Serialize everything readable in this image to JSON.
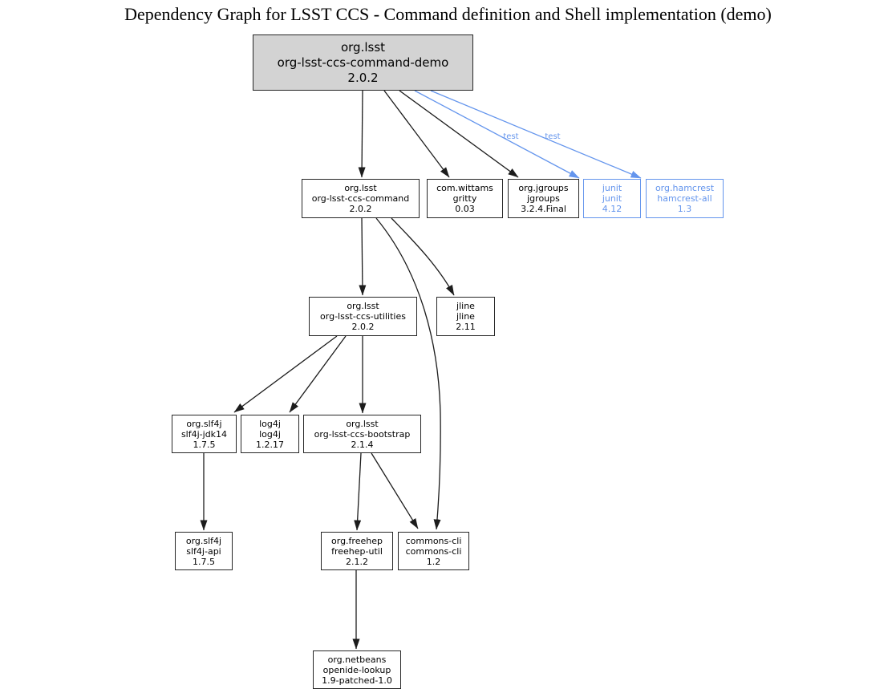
{
  "title": "Dependency Graph for LSST CCS - Command definition and Shell implementation (demo)",
  "colors": {
    "background": "#ffffff",
    "edge": "#1c1c1c",
    "node_border": "#262626",
    "node_fill": "#ffffff",
    "root_fill": "#d3d3d3",
    "test_accent": "#6495ed"
  },
  "graph": {
    "nodes": [
      {
        "id": "command-demo",
        "group": "org.lsst",
        "artifact": "org-lsst-ccs-command-demo",
        "version": "2.0.2",
        "kind": "root"
      },
      {
        "id": "ccs-command",
        "group": "org.lsst",
        "artifact": "org-lsst-ccs-command",
        "version": "2.0.2",
        "kind": "normal"
      },
      {
        "id": "gritty",
        "group": "com.wittams",
        "artifact": "gritty",
        "version": "0.03",
        "kind": "normal"
      },
      {
        "id": "jgroups",
        "group": "org.jgroups",
        "artifact": "jgroups",
        "version": "3.2.4.Final",
        "kind": "normal"
      },
      {
        "id": "junit",
        "group": "junit",
        "artifact": "junit",
        "version": "4.12",
        "kind": "test"
      },
      {
        "id": "hamcrest",
        "group": "org.hamcrest",
        "artifact": "hamcrest-all",
        "version": "1.3",
        "kind": "test"
      },
      {
        "id": "ccs-utilities",
        "group": "org.lsst",
        "artifact": "org-lsst-ccs-utilities",
        "version": "2.0.2",
        "kind": "normal"
      },
      {
        "id": "jline",
        "group": "jline",
        "artifact": "jline",
        "version": "2.11",
        "kind": "normal"
      },
      {
        "id": "slf4j-jdk14",
        "group": "org.slf4j",
        "artifact": "slf4j-jdk14",
        "version": "1.7.5",
        "kind": "normal"
      },
      {
        "id": "log4j",
        "group": "log4j",
        "artifact": "log4j",
        "version": "1.2.17",
        "kind": "normal"
      },
      {
        "id": "ccs-bootstrap",
        "group": "org.lsst",
        "artifact": "org-lsst-ccs-bootstrap",
        "version": "2.1.4",
        "kind": "normal"
      },
      {
        "id": "slf4j-api",
        "group": "org.slf4j",
        "artifact": "slf4j-api",
        "version": "1.7.5",
        "kind": "normal"
      },
      {
        "id": "freehep-util",
        "group": "org.freehep",
        "artifact": "freehep-util",
        "version": "2.1.2",
        "kind": "normal"
      },
      {
        "id": "commons-cli",
        "group": "commons-cli",
        "artifact": "commons-cli",
        "version": "1.2",
        "kind": "normal"
      },
      {
        "id": "openide-lookup",
        "group": "org.netbeans",
        "artifact": "openide-lookup",
        "version": "1.9-patched-1.0",
        "kind": "normal"
      }
    ],
    "edges": [
      {
        "from": "command-demo",
        "to": "ccs-command",
        "type": "normal"
      },
      {
        "from": "command-demo",
        "to": "gritty",
        "type": "normal"
      },
      {
        "from": "command-demo",
        "to": "jgroups",
        "type": "normal"
      },
      {
        "from": "command-demo",
        "to": "junit",
        "type": "test",
        "label": "test"
      },
      {
        "from": "command-demo",
        "to": "hamcrest",
        "type": "test",
        "label": "test"
      },
      {
        "from": "ccs-command",
        "to": "ccs-utilities",
        "type": "normal"
      },
      {
        "from": "ccs-command",
        "to": "jline",
        "type": "normal"
      },
      {
        "from": "ccs-command",
        "to": "commons-cli",
        "type": "normal"
      },
      {
        "from": "ccs-utilities",
        "to": "slf4j-jdk14",
        "type": "normal"
      },
      {
        "from": "ccs-utilities",
        "to": "log4j",
        "type": "normal"
      },
      {
        "from": "ccs-utilities",
        "to": "ccs-bootstrap",
        "type": "normal"
      },
      {
        "from": "slf4j-jdk14",
        "to": "slf4j-api",
        "type": "normal"
      },
      {
        "from": "ccs-bootstrap",
        "to": "freehep-util",
        "type": "normal"
      },
      {
        "from": "ccs-bootstrap",
        "to": "commons-cli",
        "type": "normal"
      },
      {
        "from": "freehep-util",
        "to": "openide-lookup",
        "type": "normal"
      }
    ]
  }
}
